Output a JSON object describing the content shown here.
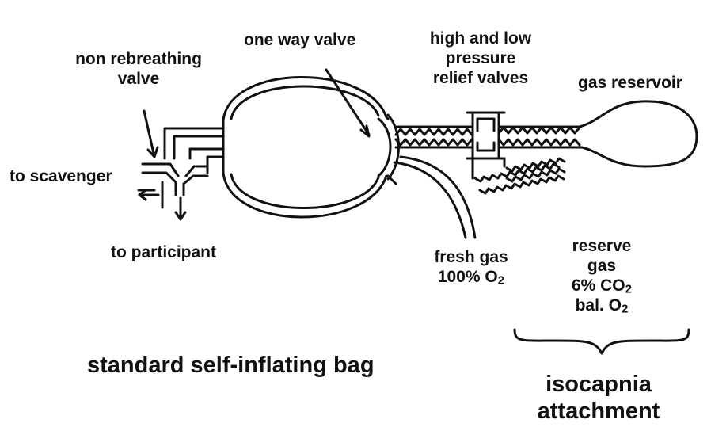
{
  "labels": {
    "non_rebreathing_valve": [
      "non rebreathing",
      "valve"
    ],
    "one_way_valve": "one way valve",
    "pressure_relief": [
      "high and low",
      "pressure",
      "relief valves"
    ],
    "gas_reservoir": "gas reservoir",
    "to_scavenger": "to scavenger",
    "to_participant": "to participant",
    "fresh_gas": {
      "line1": "fresh gas",
      "line2_pre": "100% O",
      "line2_sub": "2"
    },
    "reserve_gas": {
      "line1": "reserve",
      "line2": "gas",
      "line3_pre": "6% CO",
      "line3_sub": "2",
      "line4_pre": "bal. O",
      "line4_sub": "2"
    },
    "standard_bag": "standard self-inflating bag",
    "isocapnia": [
      "isocapnia",
      "attachment"
    ]
  },
  "colors": {
    "ink": "#111111",
    "background": "#ffffff"
  }
}
